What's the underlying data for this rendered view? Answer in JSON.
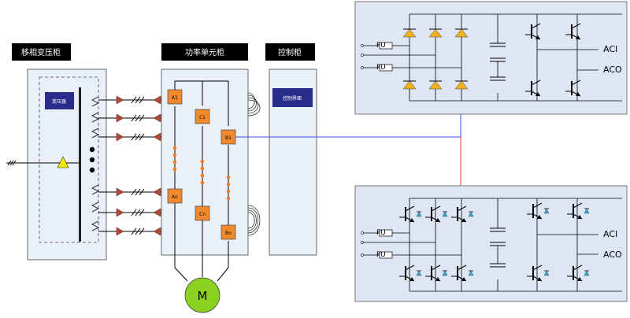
{
  "cabinets": {
    "transformer": "移相变压柜",
    "power_unit": "功率单元柜",
    "control": "控制柜"
  },
  "transformer_label": "变压器",
  "control_panel_label": "控制界面",
  "units_top": [
    "A1",
    "C1",
    "B1"
  ],
  "units_bottom": [
    "An",
    "Cn",
    "Bn"
  ],
  "motor": "M",
  "top_circuit": {
    "fuse_1": "FU",
    "fuse_2": "FU",
    "out_1": "ACI",
    "out_2": "ACO"
  },
  "bottom_circuit": {
    "fuse_1": "FU",
    "fuse_2": "FU",
    "out_1": "ACI",
    "out_2": "ACO"
  },
  "colors": {
    "header_bg": "#000000",
    "cabinet_fill": "#eaf0f8",
    "inverter_panel_fill": "#dfe6f3",
    "unit_fill": "#f08a2c",
    "unit_dots": "#f47b20",
    "navy_label": "#2a2c8a",
    "motor_fill": "#8ad21f",
    "diode_yellow": "#f2b01a",
    "diode_teal": "#36a9c0",
    "blue_link": "#3a49d8",
    "red_link": "#e0403a"
  }
}
